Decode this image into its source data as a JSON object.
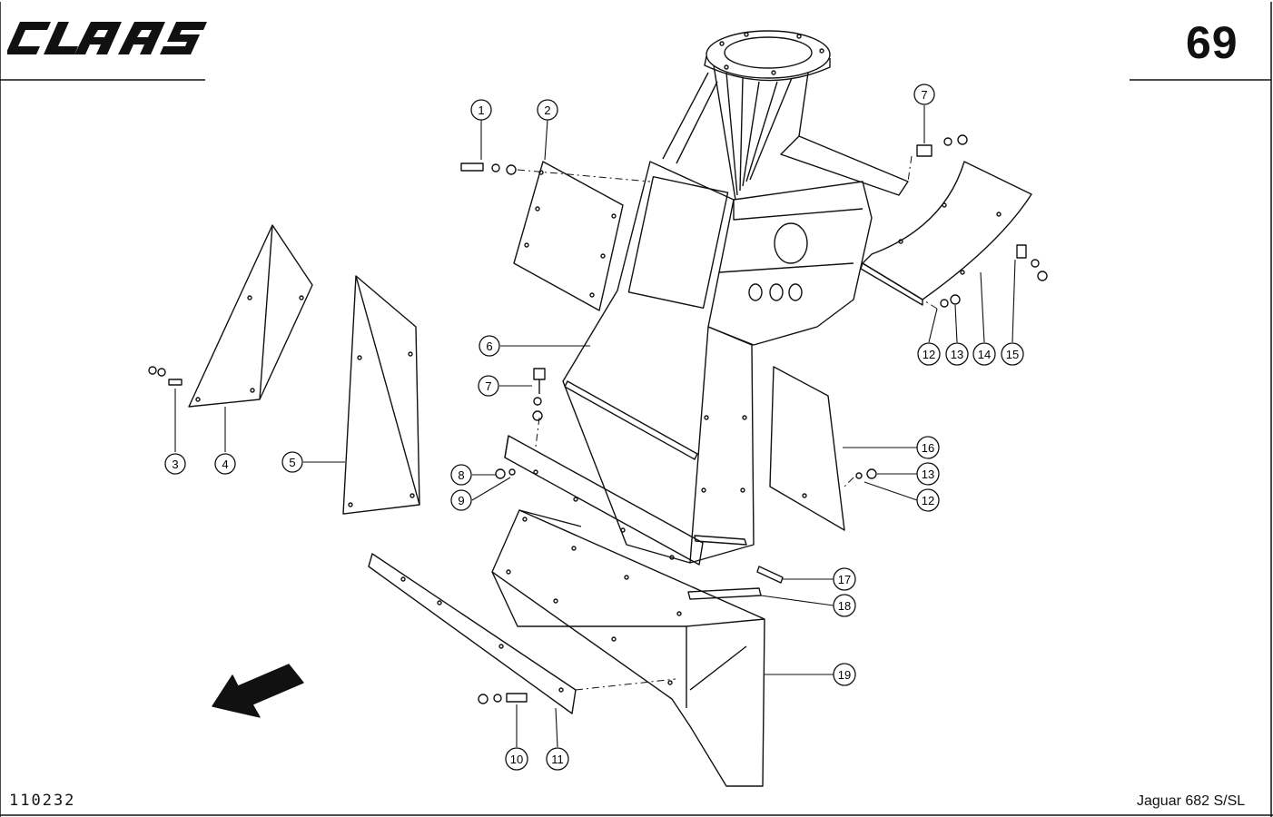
{
  "header": {
    "brand": "CLAAS",
    "page_number": "69"
  },
  "footer": {
    "drawing_number": "110232",
    "model": "Jaguar 682 S/SL"
  },
  "callouts": [
    "1",
    "2",
    "3",
    "4",
    "5",
    "6",
    "7",
    "7",
    "8",
    "9",
    "10",
    "11",
    "12",
    "12",
    "13",
    "13",
    "14",
    "15",
    "16",
    "17",
    "18",
    "19"
  ],
  "colors": {
    "ink": "#111111",
    "paper": "#ffffff"
  }
}
